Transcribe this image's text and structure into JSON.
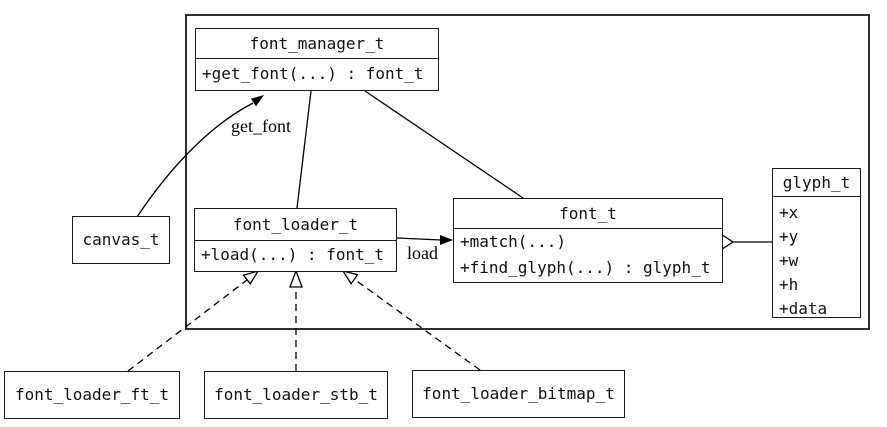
{
  "diagram": {
    "classes": {
      "font_manager": {
        "title": "font_manager_t",
        "members": [
          "+get_font(...) : font_t"
        ]
      },
      "canvas": {
        "title": "canvas_t"
      },
      "font_loader": {
        "title": "font_loader_t",
        "members": [
          "+load(...) : font_t"
        ]
      },
      "font": {
        "title": "font_t",
        "members": [
          "+match(...)",
          "+find_glyph(...) : glyph_t"
        ]
      },
      "glyph": {
        "title": "glyph_t",
        "members": [
          "+x",
          "+y",
          "+w",
          "+h",
          "+data"
        ]
      },
      "font_loader_ft": {
        "title": "font_loader_ft_t"
      },
      "font_loader_stb": {
        "title": "font_loader_stb_t"
      },
      "font_loader_bitmap": {
        "title": "font_loader_bitmap_t"
      }
    },
    "edges": {
      "canvas_to_font_manager": {
        "label": "get_font",
        "type": "directed-arrow"
      },
      "font_loader_to_font": {
        "label": "load",
        "type": "directed-arrow"
      },
      "font_loader_to_font_manager": {
        "label": "",
        "type": "plain-line"
      },
      "font_to_font_manager": {
        "label": "",
        "type": "plain-line"
      },
      "font_to_glyph": {
        "label": "",
        "type": "aggregation-diamond"
      },
      "ft_realizes_font_loader": {
        "label": "",
        "type": "dashed-realization"
      },
      "stb_realizes_font_loader": {
        "label": "",
        "type": "dashed-realization"
      },
      "bitmap_realizes_font_loader": {
        "label": "",
        "type": "dashed-realization"
      }
    },
    "colors": {
      "line": "#000000",
      "background": "#ffffff",
      "box_fill": "#ffffff"
    }
  }
}
